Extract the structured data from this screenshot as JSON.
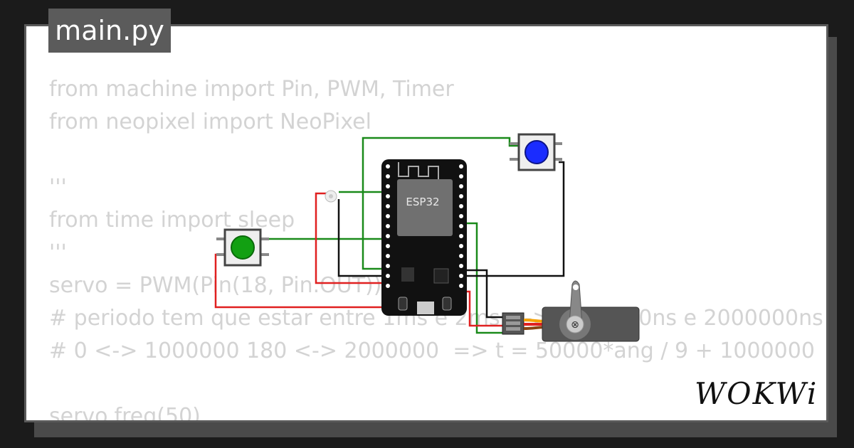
{
  "file_tab": {
    "label": "main.py"
  },
  "code_lines": [
    "from machine import Pin, PWM, Timer",
    "from neopixel import NeoPixel",
    "",
    "'''",
    "from time import sleep",
    "'''",
    "servo = PWM(Pin(18, Pin.OUT))",
    "# periodo tem que estar entre 1ms e 2ms <-> 1000000ns e 2000000ns",
    "# 0 <-> 1000000 180 <-> 2000000  => t = 50000*ang / 9 + 1000000",
    "",
    "servo.freq(50)"
  ],
  "board": {
    "label": "ESP32"
  },
  "components": {
    "blue_button_color": "#1a2cff",
    "green_button_color": "#12a012",
    "servo_horn_color": "#888888"
  },
  "wire_colors": {
    "green": "#1a8a1a",
    "red": "#e02020",
    "black": "#111111"
  },
  "brand": {
    "logo_text": "WOKWi"
  }
}
